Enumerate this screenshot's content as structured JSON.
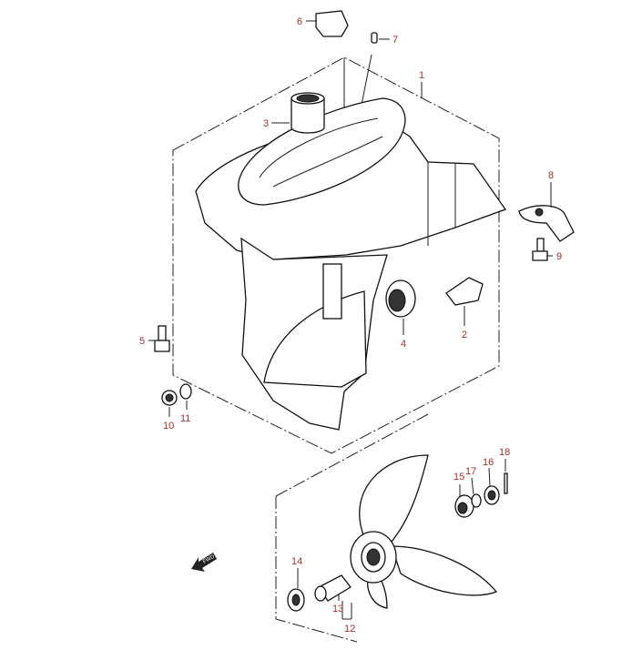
{
  "diagram": {
    "title": "Gear case / propeller exploded parts diagram",
    "label_color": "#a3302c",
    "fwd_marker": "FWD",
    "callouts": [
      "1",
      "2",
      "3",
      "4",
      "5",
      "6",
      "7",
      "8",
      "9",
      "10",
      "11",
      "12",
      "13",
      "14",
      "15",
      "16",
      "17",
      "18"
    ]
  }
}
